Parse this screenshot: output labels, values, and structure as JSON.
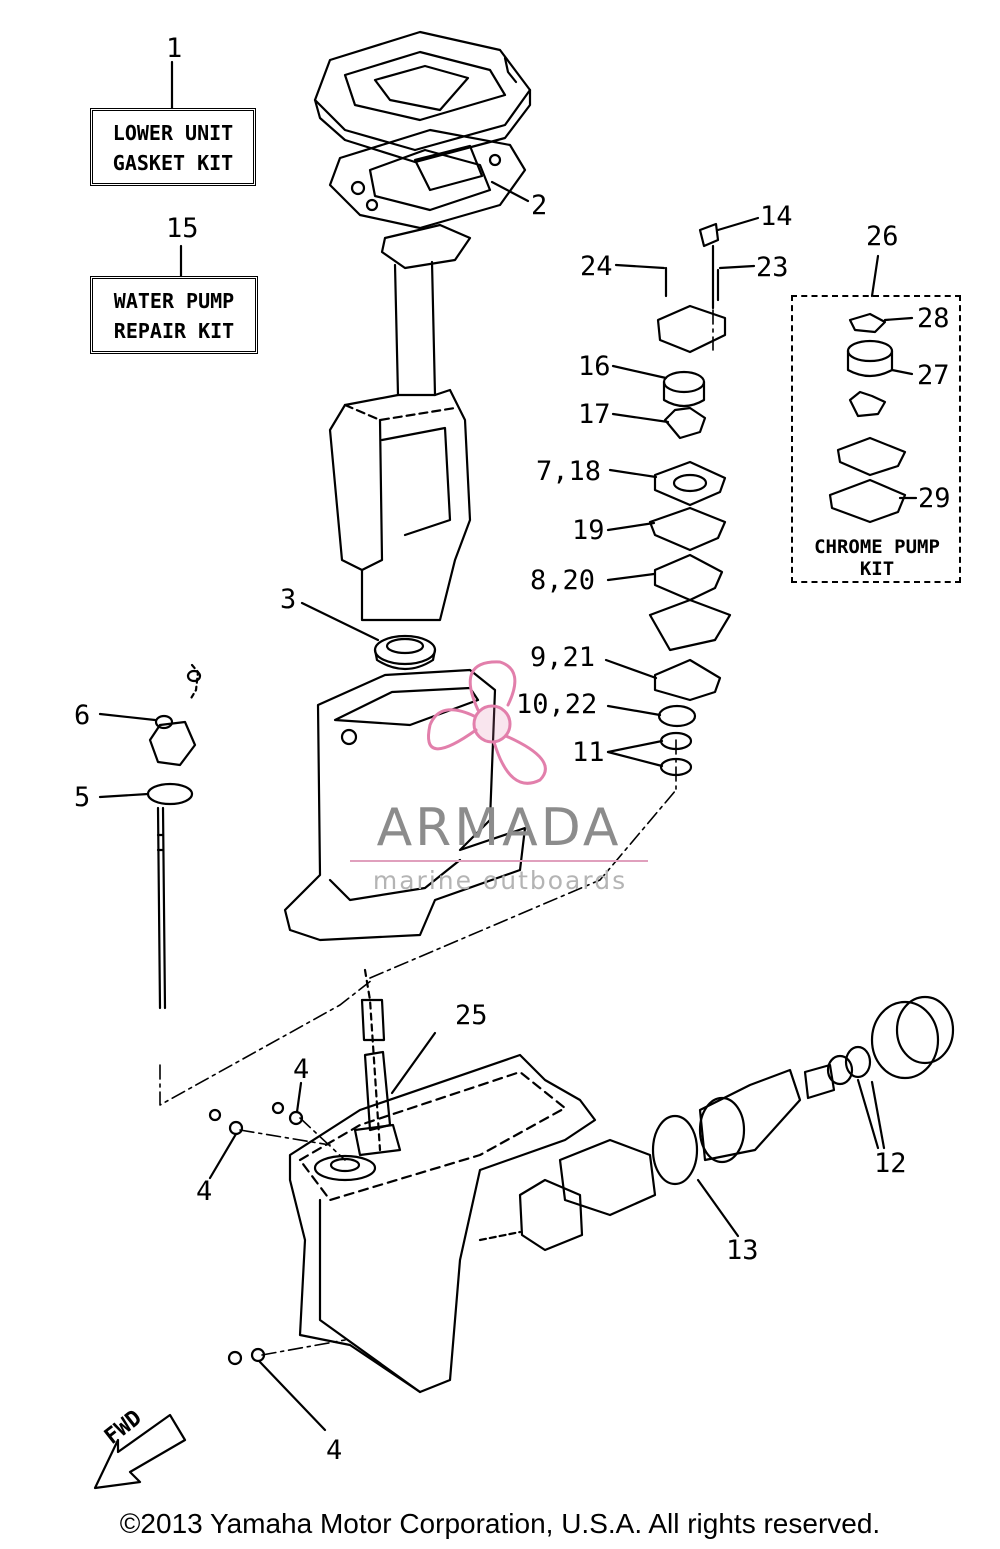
{
  "kits": {
    "lower_unit_gasket": {
      "number": "1",
      "line1": "LOWER UNIT",
      "line2": "GASKET KIT"
    },
    "water_pump_repair": {
      "number": "15",
      "line1": "WATER PUMP",
      "line2": "REPAIR KIT"
    },
    "chrome_pump": {
      "number": "26",
      "line1": "CHROME PUMP",
      "line2": "KIT"
    }
  },
  "callouts": {
    "c2": "2",
    "c3": "3",
    "c4a": "4",
    "c4b": "4",
    "c4c": "4",
    "c5": "5",
    "c6": "6",
    "c7_18": "7,18",
    "c8_20": "8,20",
    "c9_21": "9,21",
    "c10_22": "10,22",
    "c11": "11",
    "c12": "12",
    "c13": "13",
    "c14": "14",
    "c16": "16",
    "c17": "17",
    "c19": "19",
    "c23": "23",
    "c24": "24",
    "c25": "25",
    "c27": "27",
    "c28": "28",
    "c29": "29"
  },
  "watermark": {
    "name": "ARMADA",
    "tagline": "marine outboards",
    "accent_color": "#e27fab",
    "text_color": "#8c8c8c"
  },
  "direction_marker": "FWD",
  "footer": {
    "copyright": "©2013 Yamaha Motor Corporation, U.S.A. All rights reserved."
  }
}
